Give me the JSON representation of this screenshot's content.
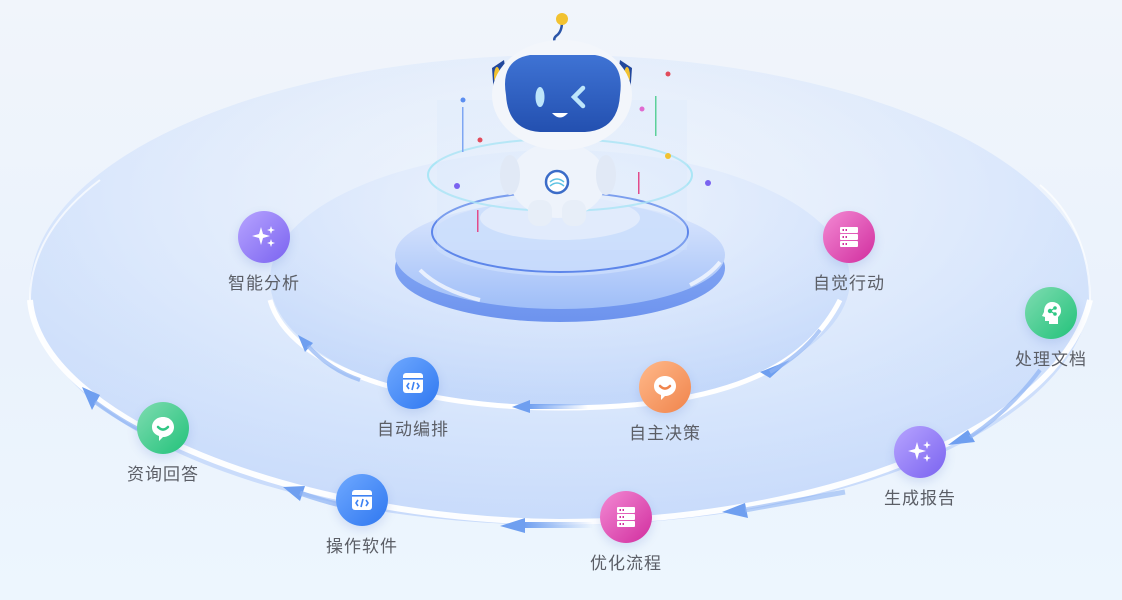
{
  "diagram": {
    "title": "",
    "center": {
      "name": "AI robot assistant",
      "icon": "robot-icon"
    },
    "inner_ring": {
      "nodes": [
        {
          "id": "zhineng-fenxi",
          "label": "智能分析",
          "icon": "sparkles-icon",
          "color": "#8a74f4"
        },
        {
          "id": "zidong-bianpai",
          "label": "自动编排",
          "icon": "code-window-icon",
          "color": "#3d82f3"
        },
        {
          "id": "zizhu-juece",
          "label": "自主决策",
          "icon": "chat-smile-icon",
          "color": "#f38f58"
        },
        {
          "id": "zijue-xingdong",
          "label": "自觉行动",
          "icon": "server-stack-icon",
          "color": "#dc3ba8"
        }
      ],
      "flow": "自觉行动 → 自主决策 → 自动编排 → 智能分析"
    },
    "outer_ring": {
      "nodes": [
        {
          "id": "chuli-wendang",
          "label": "处理文档",
          "icon": "brain-head-icon",
          "color": "#2fc784"
        },
        {
          "id": "shengcheng-baogao",
          "label": "生成报告",
          "icon": "sparkles-icon",
          "color": "#8a74f4"
        },
        {
          "id": "youhua-liucheng",
          "label": "优化流程",
          "icon": "server-stack-icon",
          "color": "#dc3ba8"
        },
        {
          "id": "caozuo-ruanjian",
          "label": "操作软件",
          "icon": "code-window-icon",
          "color": "#3d82f3"
        },
        {
          "id": "zixun-huida",
          "label": "资询回答",
          "icon": "chat-smile-icon",
          "color": "#2fc784"
        }
      ],
      "flow": "处理文档 → 生成报告 → 优化流程 → 操作软件 → 资询回答"
    },
    "colors": {
      "ring_fill": "#c6dafb",
      "ring_stroke": "#ffffff",
      "arrow": "#6f9ff0",
      "label_text": "#5b5e66"
    }
  }
}
